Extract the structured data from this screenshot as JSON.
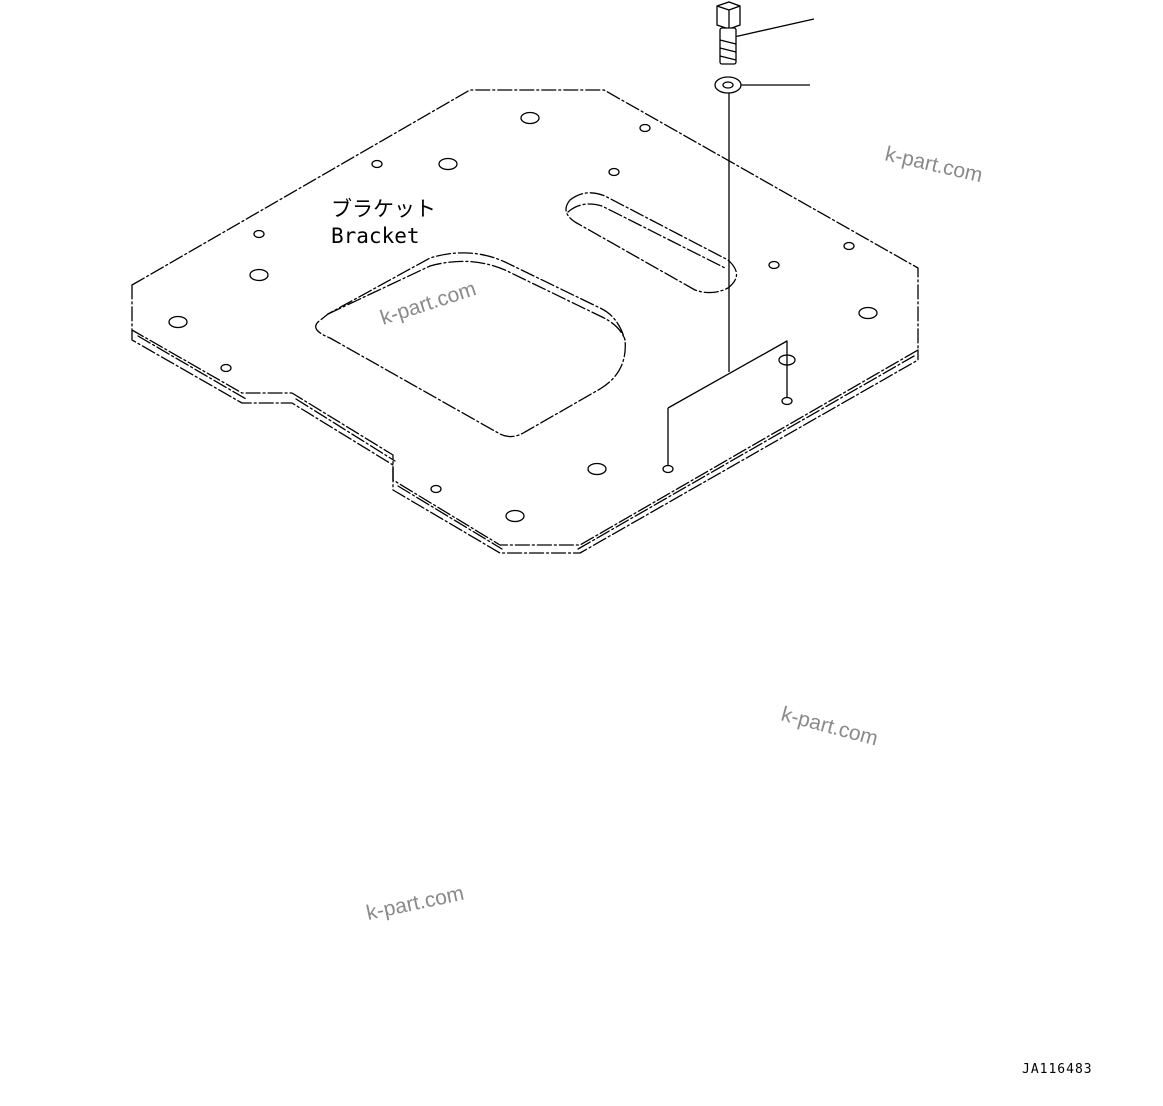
{
  "diagram": {
    "part_label_ja": "ブラケット",
    "part_label_en": "Bracket",
    "drawing_code": "JA116483",
    "watermarks": [
      "k-part.com",
      "k-part.com",
      "k-part.com",
      "k-part.com"
    ]
  }
}
